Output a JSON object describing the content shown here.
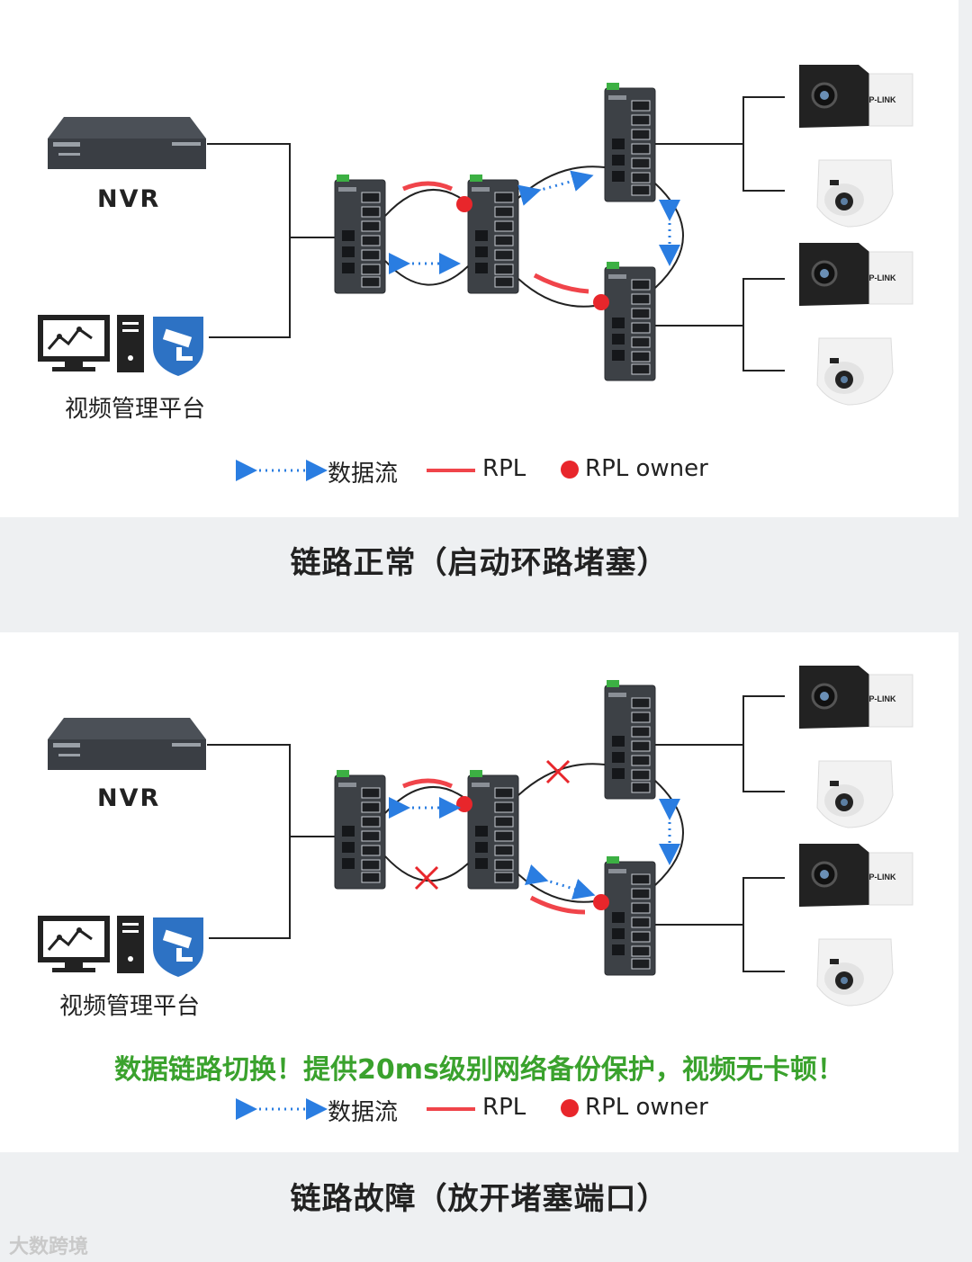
{
  "diagram_normal": {
    "nvr_label": "NVR",
    "platform_label": "视频管理平台",
    "camera_brand": "TP-LINK",
    "caption": "链路正常（启动环路堵塞）"
  },
  "diagram_fault": {
    "nvr_label": "NVR",
    "platform_label": "视频管理平台",
    "camera_brand": "TP-LINK",
    "highlight": "数据链路切换！提供20ms级别网络备份保护，视频无卡顿！",
    "caption": "链路故障（放开堵塞端口）"
  },
  "legend": {
    "data_flow": "数据流",
    "rpl": "RPL",
    "rpl_owner": "RPL owner"
  },
  "colors": {
    "rpl": "#f0444a",
    "rpl_owner": "#e8262b",
    "data_flow": "#2a7de1",
    "highlight": "#3aa22d"
  },
  "watermark": "大数跨境"
}
